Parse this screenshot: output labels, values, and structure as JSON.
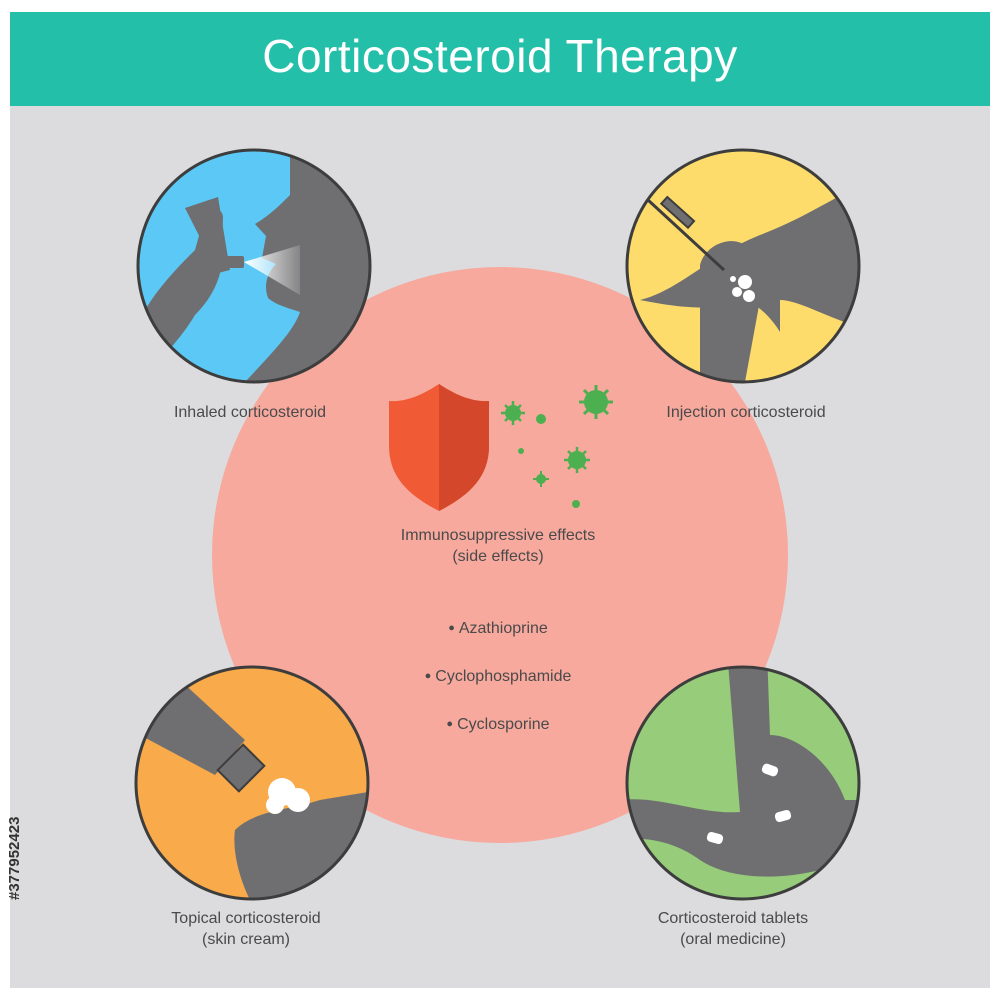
{
  "header": {
    "title": "Corticosteroid Therapy"
  },
  "center": {
    "effect_line1": "Immunosuppressive effects",
    "effect_line2": "(side effects)",
    "drugs": [
      "Azathioprine",
      "Cyclophosphamide",
      "Cyclosporine"
    ]
  },
  "therapies": {
    "inhaled": {
      "label": "Inhaled corticosteroid",
      "icon": "inhaler-icon"
    },
    "injection": {
      "label": "Injection corticosteroid",
      "icon": "syringe-icon"
    },
    "topical": {
      "line1": "Topical corticosteroid",
      "line2": "(skin cream)",
      "icon": "cream-tube-icon"
    },
    "tablets": {
      "line1": "Corticosteroid tablets",
      "line2": "(oral medicine)",
      "icon": "stomach-icon"
    }
  },
  "watermark": {
    "stock_id": "#377952423"
  },
  "colors": {
    "header": "#24bfa9",
    "background": "#dcdcde",
    "center_circle": "#f7a99e",
    "inhaled": "#5bc8f5",
    "injection": "#fddc6c",
    "topical": "#f9aa4a",
    "tablets": "#96cc7a",
    "silhouette": "#6f6f71",
    "shield": "#f05a35",
    "virus": "#4caf50"
  }
}
